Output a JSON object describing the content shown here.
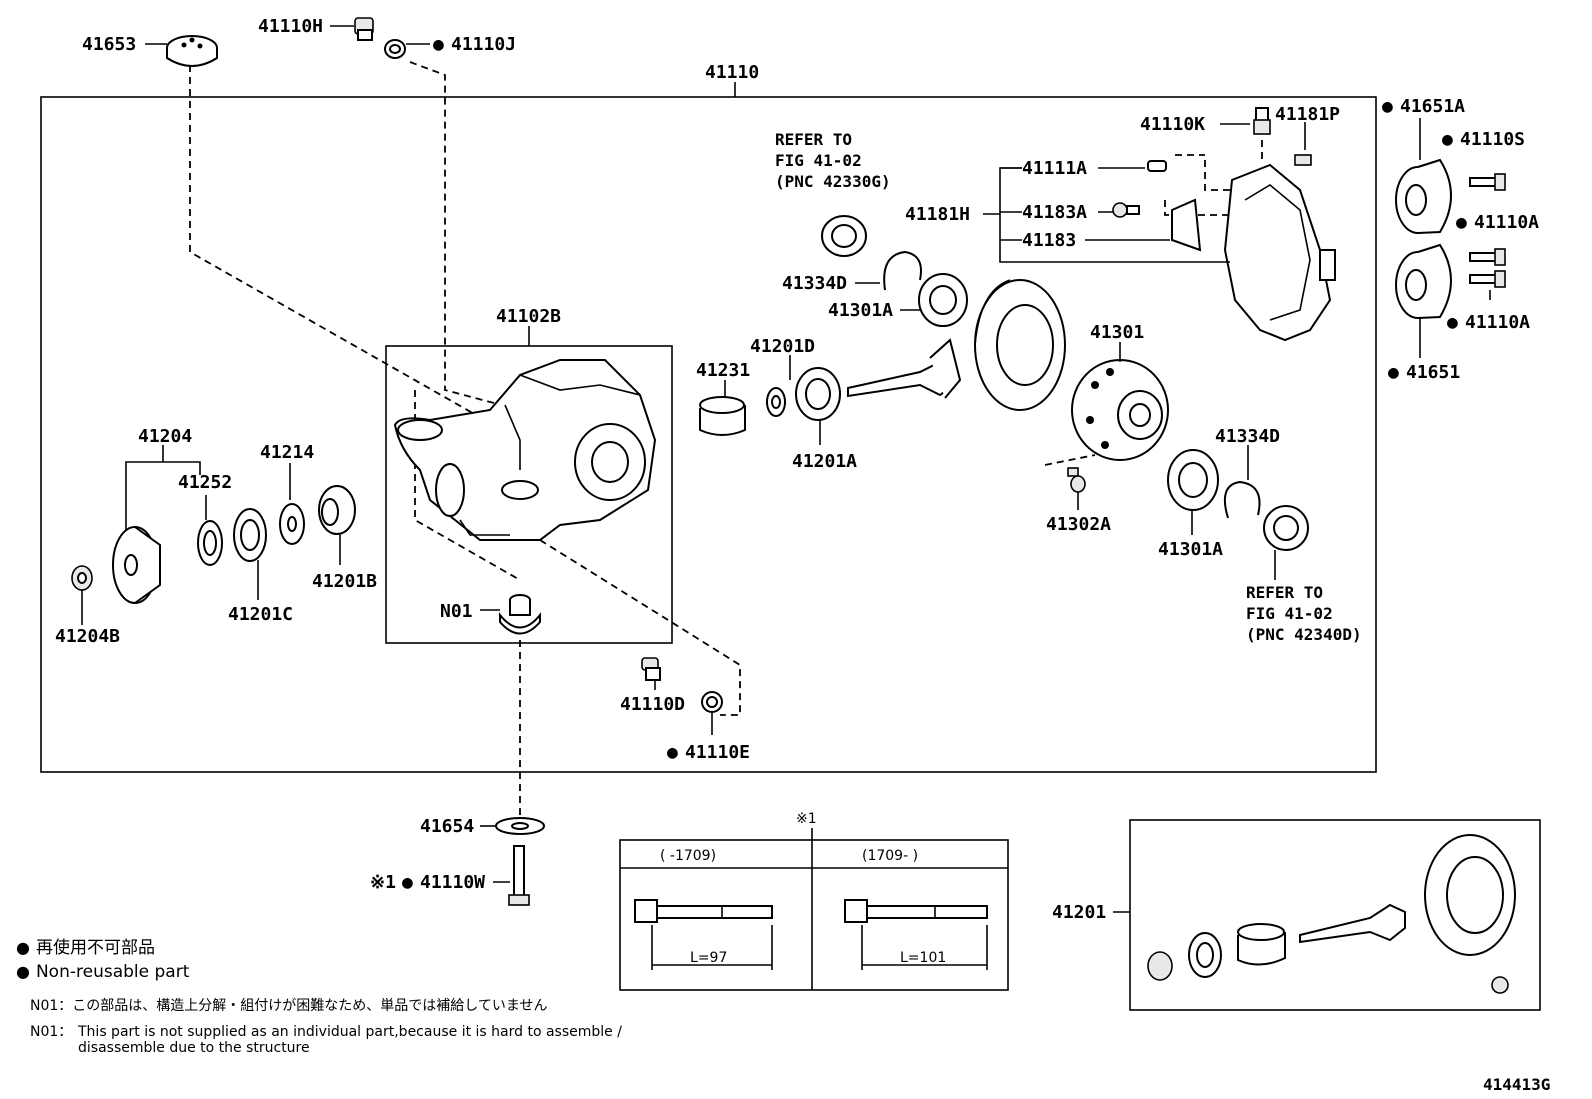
{
  "drawing_id": "414413G",
  "assembly_label": "41110",
  "subassembly_label": "41102B",
  "callouts": {
    "p41653": "41653",
    "p41110H": "41110H",
    "p41110J": "41110J",
    "p41110K": "41110K",
    "p41181P": "41181P",
    "p41651A": "41651A",
    "p41110S": "41110S",
    "p41111A": "41111A",
    "p41181H": "41181H",
    "p41183A": "41183A",
    "p41183": "41183",
    "p41110A_top": "41110A",
    "p41110A_bot": "41110A",
    "p41651": "41651",
    "p41334D_top": "41334D",
    "p41301A_top": "41301A",
    "p41201D": "41201D",
    "p41231": "41231",
    "p41201A": "41201A",
    "p41301": "41301",
    "p41334D_bot": "41334D",
    "p41302A": "41302A",
    "p41301A_bot": "41301A",
    "p41204": "41204",
    "p41252": "41252",
    "p41214": "41214",
    "p41201B": "41201B",
    "p41201C": "41201C",
    "p41204B": "41204B",
    "pN01": "N01",
    "p41110D": "41110D",
    "p41110E": "41110E",
    "p41654": "41654",
    "p41110W": "41110W",
    "p41201": "41201"
  },
  "refer_top": [
    "REFER TO",
    "FIG 41-02",
    "(PNC 42330G)"
  ],
  "refer_bottom": [
    "REFER TO",
    "FIG 41-02",
    "(PNC 42340D)"
  ],
  "bolt_table": {
    "note_mark": "※1",
    "col1_header": "(    -1709)",
    "col2_header": "(1709-    )",
    "col1_length": "L=97",
    "col2_length": "L=101"
  },
  "marks": {
    "dot": "●",
    "ref": "※1"
  },
  "legend": {
    "nonreusable_jp": "再使用不可部品",
    "nonreusable_en": "Non-reusable part",
    "n01_label": "N01：",
    "n01_jp": "この部品は、構造上分解・組付けが困難なため、単品では補給していません",
    "n01_en_line1": "This part is not supplied as an individual part,because it is hard to assemble /",
    "n01_en_line2": "disassemble due to the structure"
  }
}
